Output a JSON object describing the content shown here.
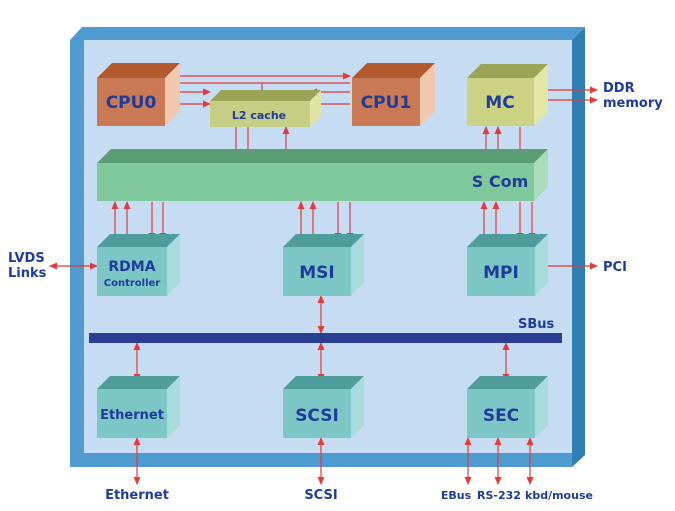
{
  "colors": {
    "board_face": "#c6dcf2",
    "board_frame": "#4f9bd1",
    "board_frame_dark": "#2f7fb5",
    "text": "#1f3c9a",
    "arrow": "#e43a3a",
    "cpu_front": "#c97a55",
    "cpu_top": "#b25a2e",
    "cpu_side": "#f0c8ae",
    "cache_front": "#c6cd84",
    "cache_top": "#9aa356",
    "cache_side": "#dfe4a6",
    "mc_front": "#ccd284",
    "mc_top": "#9aa356",
    "mc_side": "#e2e6a6",
    "scom_front": "#7fc89c",
    "scom_top": "#5a9d75",
    "scom_side": "#a9dcb8",
    "block_front": "#7cc6c6",
    "block_top": "#4f9c9c",
    "block_side": "#a8dcdc",
    "sbus": "#2b3f92"
  },
  "blocks": {
    "cpu0": "CPU0",
    "cpu1": "CPU1",
    "l2cache": "L2 cache",
    "mc": "MC",
    "scom": "S Com",
    "rdma_line1": "RDMA",
    "rdma_line2": "Controller",
    "msi": "MSI",
    "mpi": "MPI",
    "sbus": "SBus",
    "ethernet": "Ethernet",
    "scsi": "SCSI",
    "sec": "SEC"
  },
  "external": {
    "ddr_line1": "DDR",
    "ddr_line2": "memory",
    "lvds_line1": "LVDS",
    "lvds_line2": "Links",
    "pci": "PCI",
    "ethernet": "Ethernet",
    "scsi": "SCSI",
    "ebus": "EBus",
    "rs232": "RS-232",
    "kbd": "kbd/mouse"
  }
}
